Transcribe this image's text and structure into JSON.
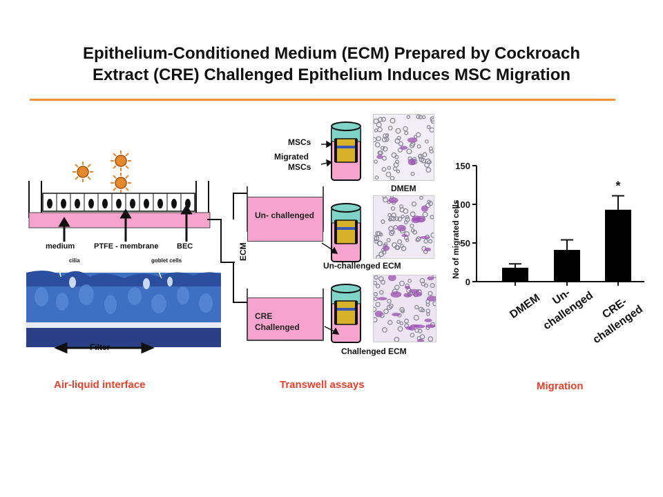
{
  "header": {
    "title_line1": "Epithelium-Conditioned Medium (ECM) Prepared by Cockroach",
    "title_line2": "Extract (CRE) Challenged Epithelium Induces MSC Migration"
  },
  "air_liquid": {
    "medium_label": "medium",
    "membrane_label": "PTFE - membrane",
    "bec_label": "BEC",
    "cilia_label": "cilia",
    "goblet_label": "goblet cells",
    "filter_label": "Filter",
    "section_label": "Air-liquid interface"
  },
  "transwell": {
    "ecm_label": "ECM",
    "msc_label": "MSCs",
    "migrated_line1": "Migrated",
    "migrated_line2": "MSCs",
    "box_unchallenged": "Un- challenged",
    "box_cre": "CRE Challenged",
    "dmem_caption": "DMEM",
    "unchallenged_caption": "Un-challenged ECM",
    "challenged_caption": "Challenged ECM",
    "section_label": "Transwell assays"
  },
  "migration": {
    "section_label": "Migration"
  },
  "colors": {
    "accent_orange": "#f0913a",
    "section_red": "#e8402a",
    "medium_pink": "#f6a3cd",
    "tissue_blue": "#3f6fc0"
  },
  "chart_data": {
    "type": "bar",
    "categories": [
      "DMEM",
      "Un- challenged",
      "CRE- challenged"
    ],
    "values": [
      18,
      41,
      93
    ],
    "errors": [
      5,
      13,
      18
    ],
    "significance": [
      "",
      "",
      "*"
    ],
    "ylabel": "No of migrated cells",
    "ylim": [
      0,
      150
    ],
    "yticks": [
      "0",
      "50",
      "100",
      "150"
    ],
    "bar_color": "#000000"
  }
}
